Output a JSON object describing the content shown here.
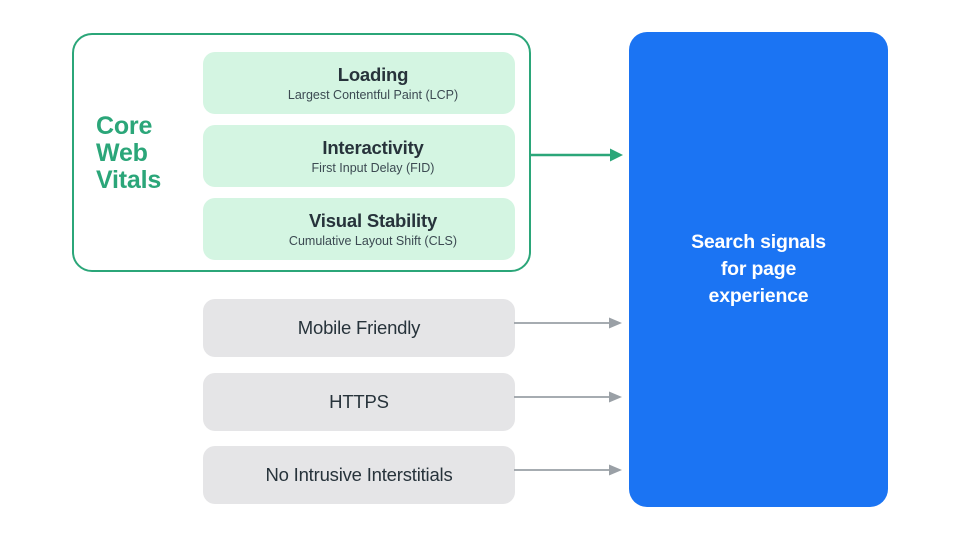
{
  "diagram": {
    "title": "Core Web Vitals and page experience search signals",
    "colors": {
      "accent_green": "#2BA679",
      "mint_fill": "#D4F5E2",
      "gray_fill": "#E5E5E7",
      "blue_panel": "#1B74F3",
      "arrow_gray": "#9AA0A6",
      "text_dark": "#27333B",
      "text_white": "#FFFFFF"
    },
    "core_web_vitals": {
      "label_lines": [
        "Core",
        "Web",
        "Vitals"
      ],
      "label_text": "Core Web Vitals",
      "cards": [
        {
          "title": "Loading",
          "subtitle": "Largest Contentful Paint (LCP)"
        },
        {
          "title": "Interactivity",
          "subtitle": "First Input Delay (FID)"
        },
        {
          "title": "Visual Stability",
          "subtitle": "Cumulative Layout Shift (CLS)"
        }
      ]
    },
    "other_signals": [
      {
        "label": "Mobile Friendly"
      },
      {
        "label": "HTTPS"
      },
      {
        "label": "No Intrusive Interstitials"
      }
    ],
    "destination": {
      "lines": [
        "Search signals",
        "for page",
        "experience"
      ],
      "text": "Search signals for page experience"
    },
    "arrows": [
      {
        "name": "core-web-vitals-to-search-signals",
        "color": "#2BA679"
      },
      {
        "name": "mobile-friendly-to-search-signals",
        "color": "#9AA0A6"
      },
      {
        "name": "https-to-search-signals",
        "color": "#9AA0A6"
      },
      {
        "name": "no-intrusive-interstitials-to-search-signals",
        "color": "#9AA0A6"
      }
    ]
  }
}
